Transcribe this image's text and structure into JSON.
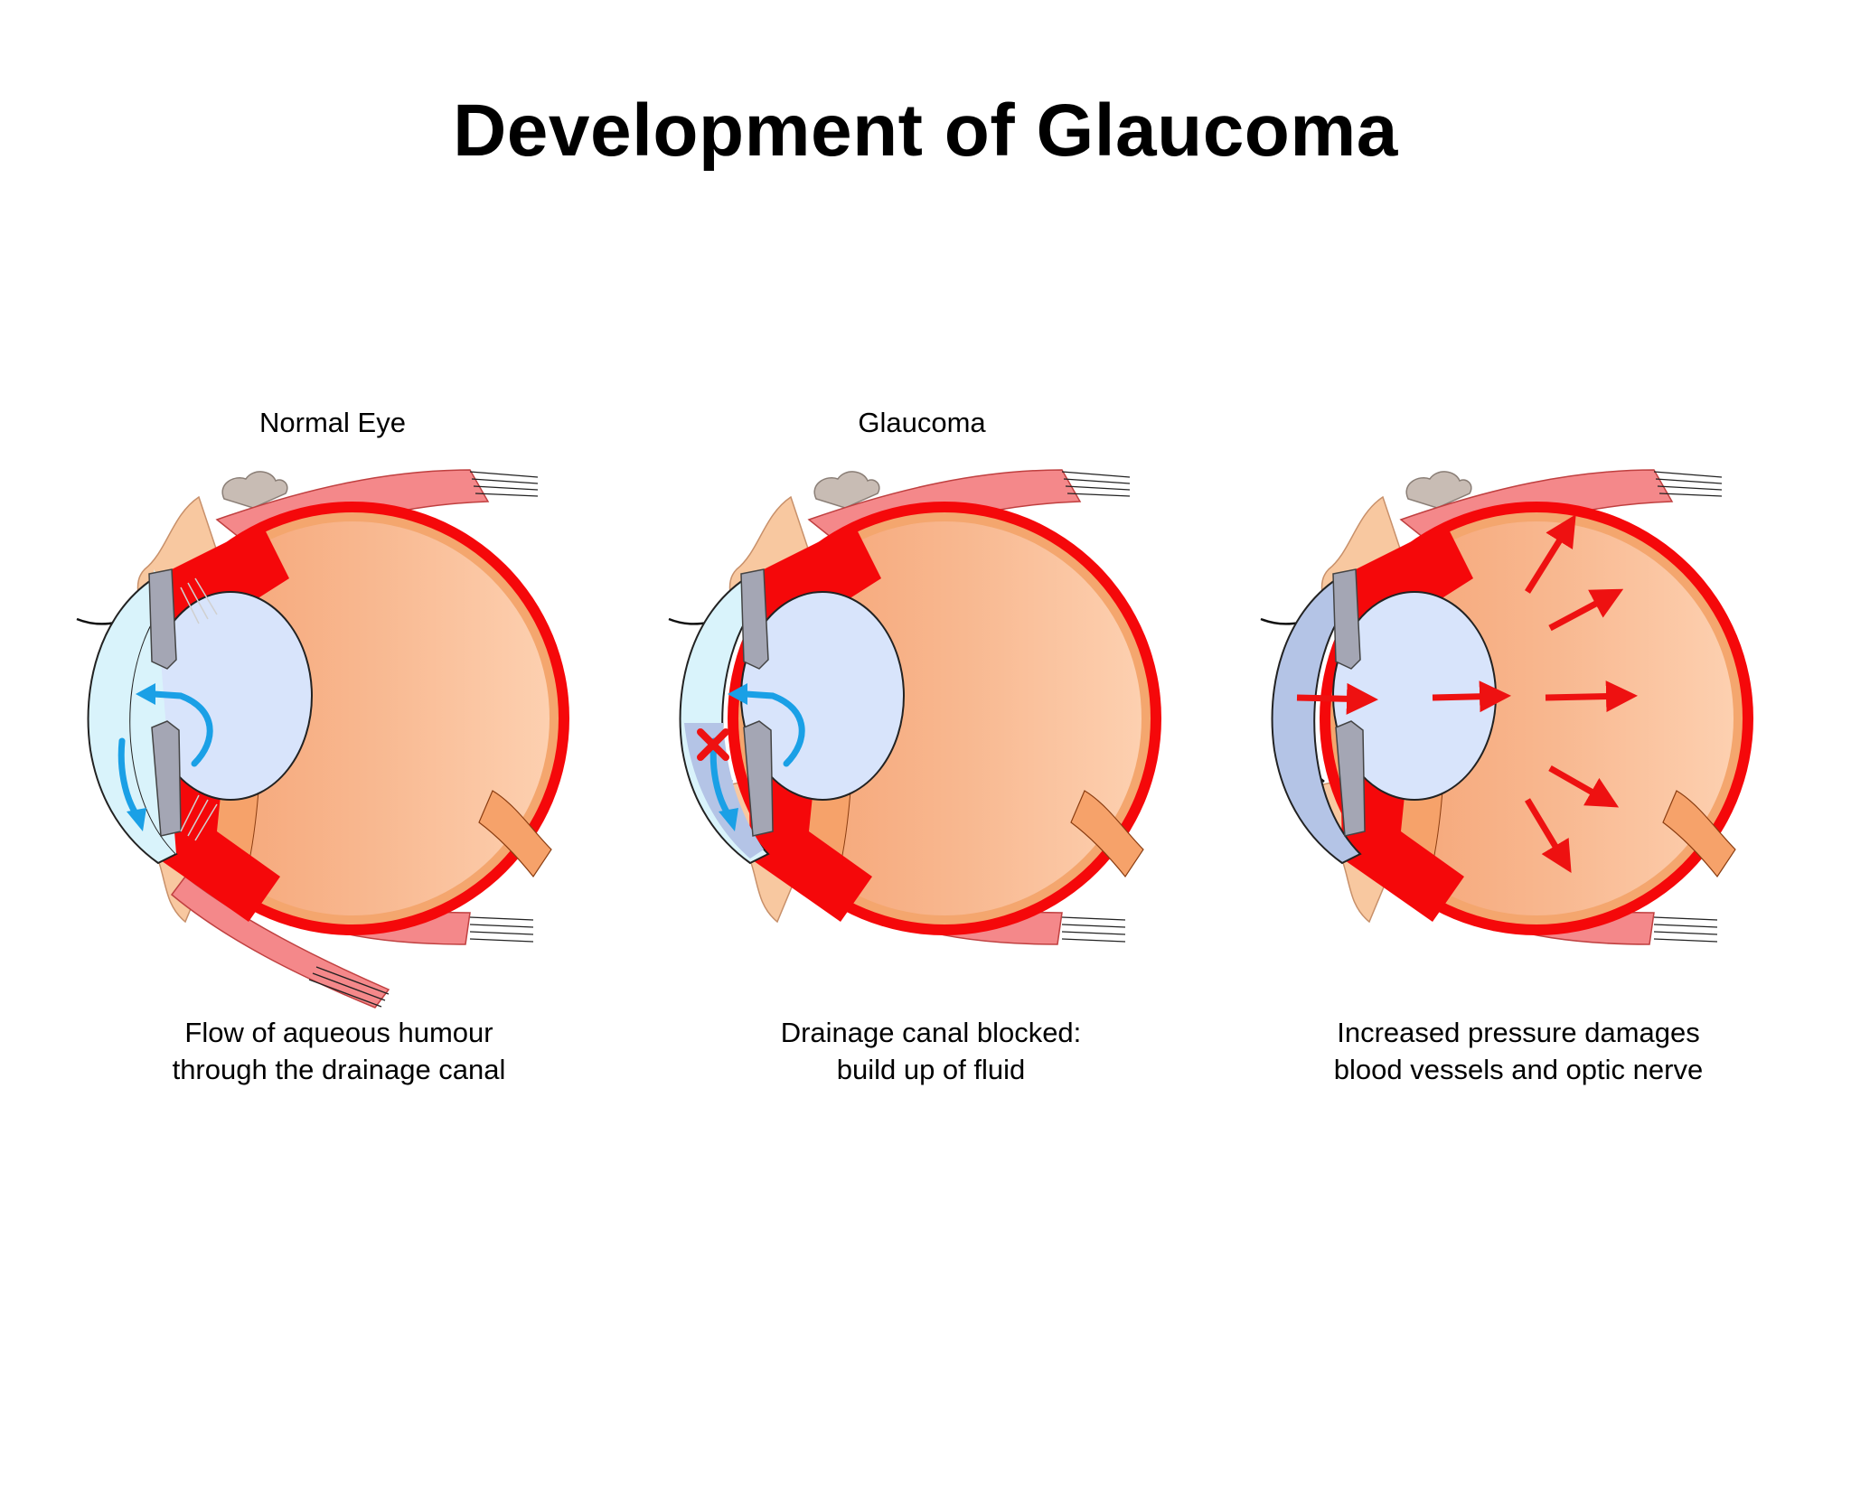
{
  "title": "Development of Glaucoma",
  "panels": [
    {
      "heading": "Normal Eye",
      "caption_lines": [
        "Flow of aqueous humour",
        "through the drainage canal"
      ],
      "state": "normal"
    },
    {
      "heading": "Glaucoma",
      "caption_lines": [
        "Drainage canal blocked:",
        "build up of fluid"
      ],
      "state": "blocked"
    },
    {
      "heading": "",
      "caption_lines": [
        "Increased pressure damages",
        "blood vessels and optic nerve"
      ],
      "state": "pressure"
    }
  ],
  "colors": {
    "sclera": "#f5080a",
    "muscle": "#f4888a",
    "vitreous_light": "#fdd0b0",
    "vitreous_dark": "#f5a070",
    "retina_band": "#f6a26a",
    "lens": "#d8e4fb",
    "cornea": "#d9f3fb",
    "cornea_dark": "#b4c4e6",
    "iris": "#a4a6b4",
    "eyelid": "#f8c8a0",
    "flow_arrow": "#1aa0e6",
    "pressure_arrow": "#ee1111"
  }
}
